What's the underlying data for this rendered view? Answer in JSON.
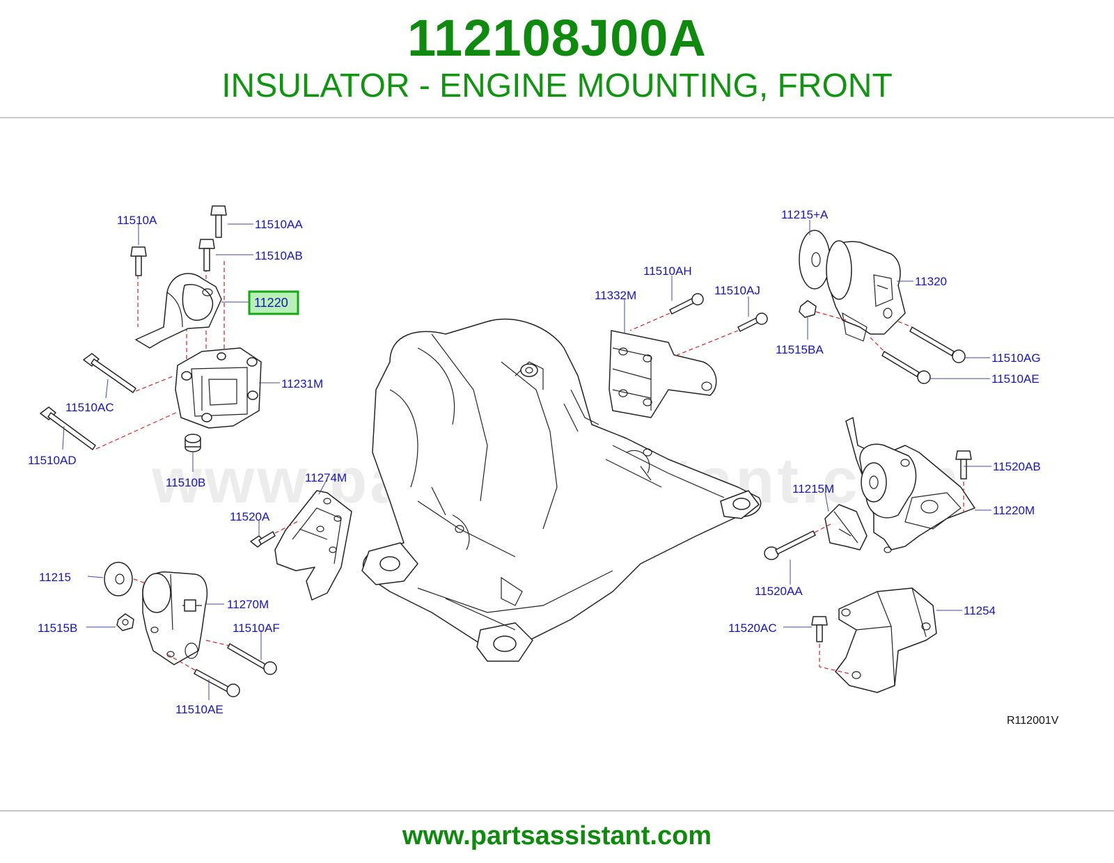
{
  "header": {
    "part_number": "112108J00A",
    "part_description": "INSULATOR - ENGINE MOUNTING, FRONT"
  },
  "diagram": {
    "highlighted_part": "11220",
    "reference_code": "R112001V",
    "watermark": "www.partsassistant.com",
    "callouts": {
      "c_11510A": "11510A",
      "c_11510AA": "11510AA",
      "c_11510AB": "11510AB",
      "c_11220": "11220",
      "c_11231M": "11231M",
      "c_11510AC": "11510AC",
      "c_11510AD": "11510AD",
      "c_11510B": "11510B",
      "c_11274M": "11274M",
      "c_11520A": "11520A",
      "c_11215": "11215",
      "c_11270M": "11270M",
      "c_11515B": "11515B",
      "c_11510AF": "11510AF",
      "c_11510AE_left": "11510AE",
      "c_11332M": "11332M",
      "c_11510AH": "11510AH",
      "c_11510AJ": "11510AJ",
      "c_11215A": "11215+A",
      "c_11320": "11320",
      "c_11515BA": "11515BA",
      "c_11510AG": "11510AG",
      "c_11510AE_right": "11510AE",
      "c_11520AB": "11520AB",
      "c_11215M": "11215M",
      "c_11220M": "11220M",
      "c_11520AA": "11520AA",
      "c_11254": "11254",
      "c_11520AC": "11520AC"
    }
  },
  "footer": {
    "url": "www.partsassistant.com"
  },
  "colors": {
    "title_green": "#0f8a0f",
    "callout_blue": "#1515b8",
    "highlight_green": "#14a814",
    "leader_red_dashed": "#d32525"
  }
}
